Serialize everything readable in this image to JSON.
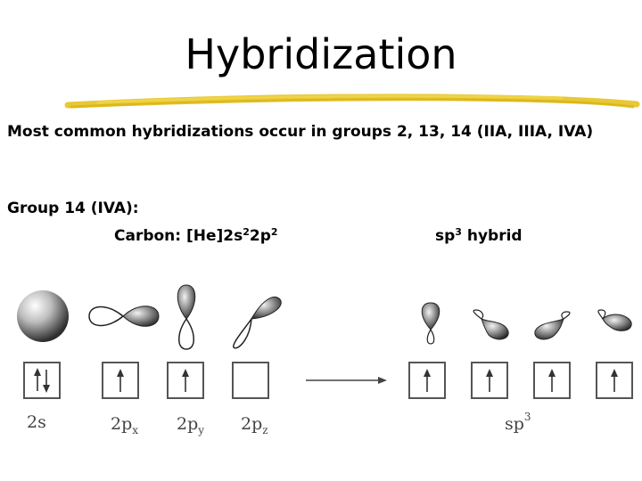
{
  "title": "Hybridization",
  "intro": "Most common hybridizations occur in groups 2, 13, 14 (IIA, IIIA, IVA)",
  "group": "Group 14 (IVA):",
  "carbon": {
    "prefix": "Carbon: [He]2s",
    "sup1": "2",
    "mid": "2p",
    "sup2": "2"
  },
  "hybrid": {
    "prefix": "sp",
    "sup": "3",
    "suffix": " hybrid"
  },
  "orbital_labels": {
    "s": {
      "main": "2s"
    },
    "px": {
      "main": "2p",
      "sub": "x"
    },
    "py": {
      "main": "2p",
      "sub": "y"
    },
    "pz": {
      "main": "2p",
      "sub": "z"
    },
    "sp3": {
      "main": "sp",
      "sup": "3"
    }
  },
  "colors": {
    "underline": "#e6c21f",
    "box": "#555555",
    "arrow": "#444444"
  }
}
